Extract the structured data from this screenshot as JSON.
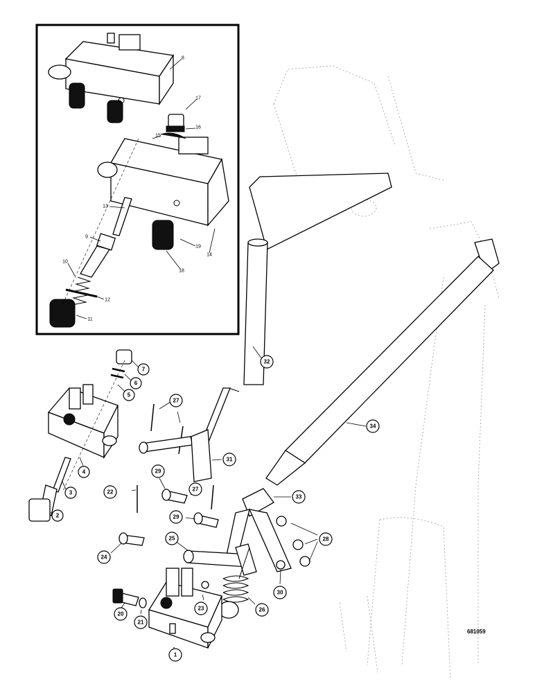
{
  "drawing_number": "681059",
  "inset_callouts": [
    {
      "id": "8"
    },
    {
      "id": "17"
    },
    {
      "id": "16"
    },
    {
      "id": "15"
    },
    {
      "id": "13"
    },
    {
      "id": "14"
    },
    {
      "id": "19"
    },
    {
      "id": "9"
    },
    {
      "id": "18"
    },
    {
      "id": "10"
    },
    {
      "id": "12"
    },
    {
      "id": "11"
    }
  ],
  "callouts": [
    {
      "id": "7"
    },
    {
      "id": "6"
    },
    {
      "id": "5"
    },
    {
      "id": "4"
    },
    {
      "id": "3"
    },
    {
      "id": "2"
    },
    {
      "id": "27"
    },
    {
      "id": "29"
    },
    {
      "id": "22"
    },
    {
      "id": "24"
    },
    {
      "id": "25"
    },
    {
      "id": "20"
    },
    {
      "id": "21"
    },
    {
      "id": "23"
    },
    {
      "id": "1"
    },
    {
      "id": "26"
    },
    {
      "id": "30"
    },
    {
      "id": "28"
    },
    {
      "id": "33"
    },
    {
      "id": "31"
    },
    {
      "id": "32"
    },
    {
      "id": "34"
    }
  ]
}
